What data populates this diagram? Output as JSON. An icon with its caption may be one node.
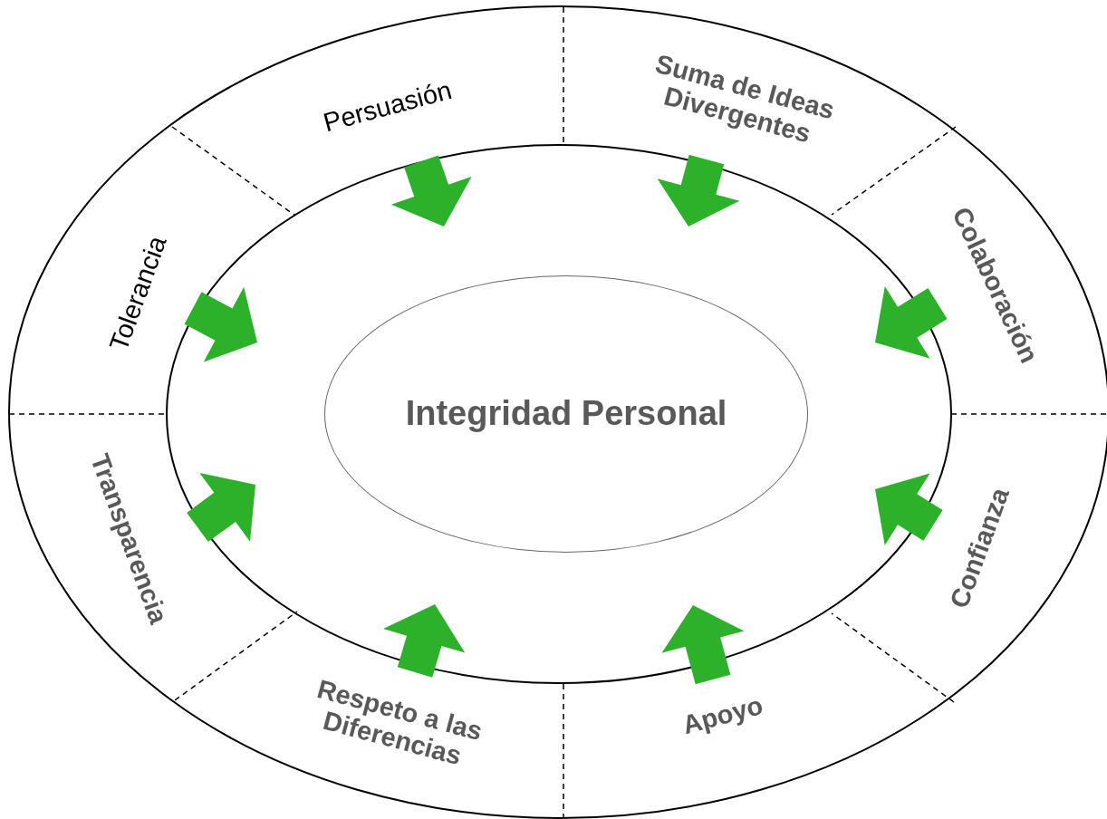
{
  "diagram": {
    "nodes": [
      {
        "text": [
          "Persuasión"
        ]
      },
      {
        "text": [
          "Suma de Ideas Divergentes"
        ]
      },
      {
        "text": [
          "Colaboración"
        ]
      },
      {
        "text": [
          "Confianza"
        ]
      },
      {
        "text": [
          "Apoyo"
        ]
      },
      {
        "text": [
          "Respeto a las Diferencias"
        ]
      },
      {
        "text": [
          "Transparencia"
        ]
      },
      {
        "text": [
          "Tolerancia"
        ]
      },
      {
        "text": [
          "Integridad Personal"
        ]
      }
    ],
    "edges": [
      {
        "from": 0,
        "to": null,
        "arrow": "to"
      },
      {
        "from": 1,
        "to": null,
        "arrow": "to"
      },
      {
        "from": 2,
        "to": null,
        "arrow": "to"
      },
      {
        "from": 3,
        "to": null,
        "arrow": "to"
      },
      {
        "from": 4,
        "to": null,
        "arrow": "to"
      },
      {
        "from": 5,
        "to": null,
        "arrow": "to"
      },
      {
        "from": 6,
        "to": null,
        "arrow": "to"
      },
      {
        "from": 7,
        "to": null,
        "arrow": "to"
      }
    ]
  }
}
